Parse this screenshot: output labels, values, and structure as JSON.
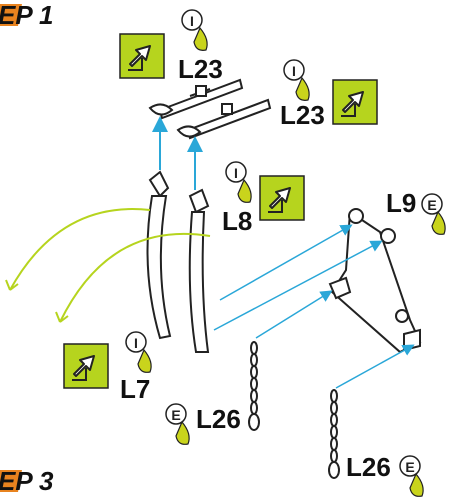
{
  "header": {
    "step_top": "EP 1",
    "step_bottom": "EP 3"
  },
  "labels": {
    "l23_a": "L23",
    "l23_b": "L23",
    "l8": "L8",
    "l9": "L9",
    "l7": "L7",
    "l26_a": "L26",
    "l26_b": "L26"
  },
  "badges": {
    "install": "I",
    "exchange": "E"
  },
  "colors": {
    "accent": "#b6d41e",
    "arrow": "#2aa7d8",
    "drop": "#c9d41c",
    "ink": "#1a1a1a"
  }
}
